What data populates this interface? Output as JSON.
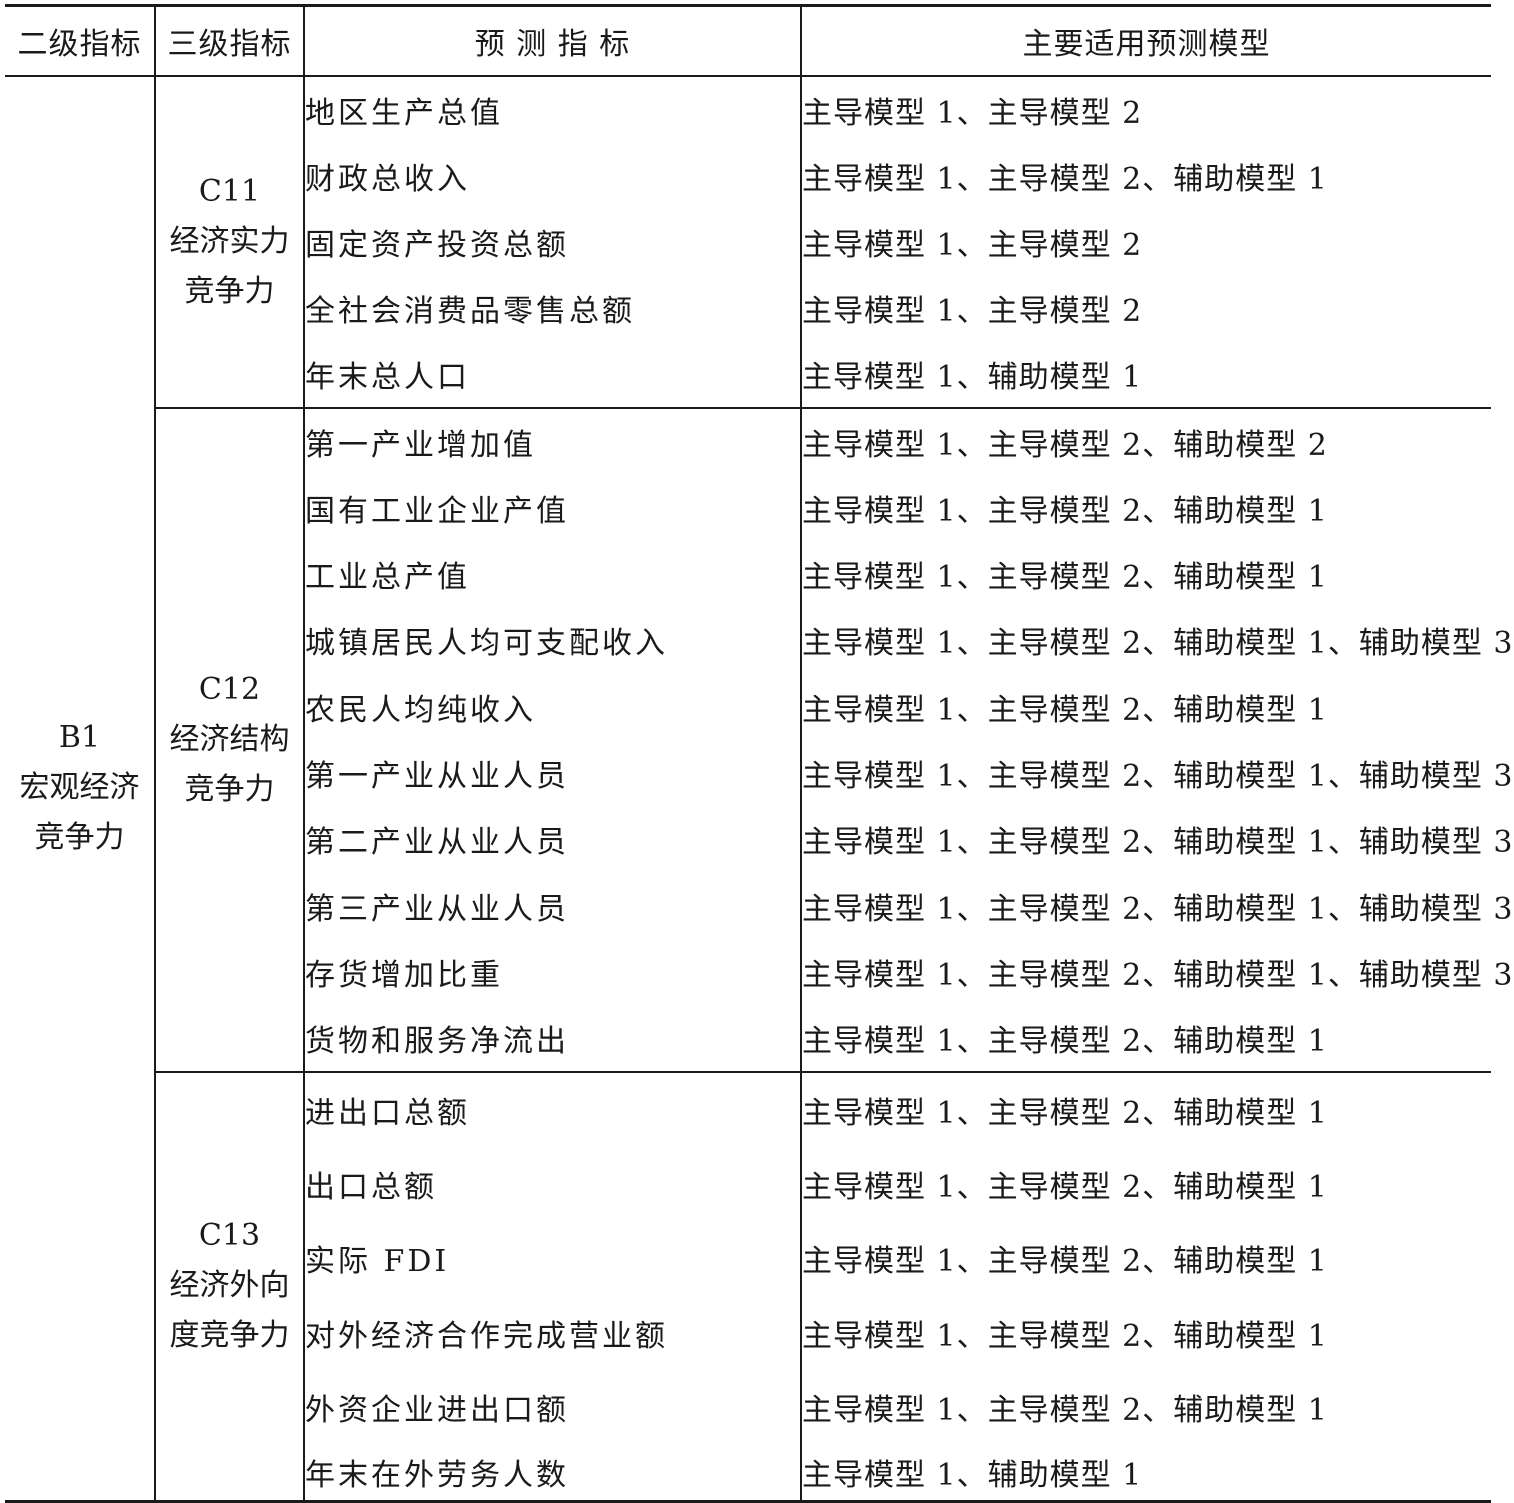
{
  "headers": {
    "level2": "二级指标",
    "level3": "三级指标",
    "indicator": "预 测 指 标",
    "models": "主要适用预测模型"
  },
  "level2": {
    "code": "B1",
    "name": "宏观经济\n竞争力"
  },
  "groups": [
    {
      "label": "C11\n经济实力\n竞争力",
      "rows": [
        {
          "indicator": "地区生产总值",
          "models": "主导模型 1、主导模型 2"
        },
        {
          "indicator": "财政总收入",
          "models": "主导模型 1、主导模型 2、辅助模型 1"
        },
        {
          "indicator": "固定资产投资总额",
          "models": "主导模型 1、主导模型 2"
        },
        {
          "indicator": "全社会消费品零售总额",
          "models": "主导模型 1、主导模型 2"
        },
        {
          "indicator": "年末总人口",
          "models": "主导模型 1、辅助模型 1"
        }
      ]
    },
    {
      "label": "C12\n经济结构\n竞争力",
      "rows": [
        {
          "indicator": "第一产业增加值",
          "models": "主导模型 1、主导模型 2、辅助模型 2"
        },
        {
          "indicator": "国有工业企业产值",
          "models": "主导模型 1、主导模型 2、辅助模型 1"
        },
        {
          "indicator": "工业总产值",
          "models": "主导模型 1、主导模型 2、辅助模型 1"
        },
        {
          "indicator": "城镇居民人均可支配收入",
          "models": "主导模型 1、主导模型 2、辅助模型 1、辅助模型 3"
        },
        {
          "indicator": "农民人均纯收入",
          "models": "主导模型 1、主导模型 2、辅助模型 1"
        },
        {
          "indicator": "第一产业从业人员",
          "models": "主导模型 1、主导模型 2、辅助模型 1、辅助模型 3"
        },
        {
          "indicator": "第二产业从业人员",
          "models": "主导模型 1、主导模型 2、辅助模型 1、辅助模型 3"
        },
        {
          "indicator": "第三产业从业人员",
          "models": "主导模型 1、主导模型 2、辅助模型 1、辅助模型 3"
        },
        {
          "indicator": "存货增加比重",
          "models": "主导模型 1、主导模型 2、辅助模型 1、辅助模型 3"
        },
        {
          "indicator": "货物和服务净流出",
          "models": "主导模型 1、主导模型 2、辅助模型 1"
        }
      ]
    },
    {
      "label": "C13\n经济外向\n度竞争力",
      "rows": [
        {
          "indicator": "进出口总额",
          "models": "主导模型 1、主导模型 2、辅助模型 1"
        },
        {
          "indicator": "出口总额",
          "models": "主导模型 1、主导模型 2、辅助模型 1"
        },
        {
          "indicator": "实际 FDI",
          "models": "主导模型 1、主导模型 2、辅助模型 1"
        },
        {
          "indicator": "对外经济合作完成营业额",
          "models": "主导模型 1、主导模型 2、辅助模型 1"
        },
        {
          "indicator": "外资企业进出口额",
          "models": "主导模型 1、主导模型 2、辅助模型 1"
        },
        {
          "indicator": "年末在外劳务人数",
          "models": "主导模型 1、辅助模型 1"
        }
      ]
    }
  ]
}
